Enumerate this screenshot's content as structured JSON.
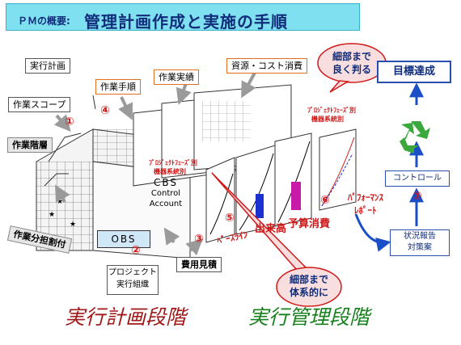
{
  "title": {
    "prefix": "ＰＭの概要:",
    "main": "管理計画作成と実施の手順"
  },
  "labels": {
    "execution_plan": "実行計画",
    "work_scope": "作業スコープ",
    "work_procedure": "作業手順",
    "work_result": "作業実績",
    "resource_cost": "資源・コスト消費",
    "work_hierarchy": "作業階層",
    "work_assignment": "作業分担割付",
    "obs": "OBS",
    "project_org_line1": "プロジェクト",
    "project_org_line2": "実行組織",
    "cbs_line1": "CBS",
    "cbs_line2": "Control",
    "cbs_line3": "Account",
    "cost_estimate": "費用見積",
    "baseline": "ﾍﾞｰｽﾗｲﾝ",
    "earned_value": "出来高",
    "budget_consumption": "予算消費",
    "performance_line1": "ﾊﾟﾌｫｰﾏﾝｽ",
    "performance_line2": "ﾚﾎﾟｰﾄ",
    "phase_label_top": "ﾌﾟﾛｼﾞｪｸﾄﾌｪｰｽﾞ別",
    "phase_label_bottom": "機器系統別",
    "phase_label_mid_top": "ﾌﾟﾛｼﾞｪｸﾄﾌｪｰｽﾞ別",
    "phase_label_mid_bottom": "機器系統別",
    "goal": "目標達成",
    "control": "コントロール",
    "status_line1": "状況報告",
    "status_line2": "対策案",
    "callout_top_line1": "細部まで",
    "callout_top_line2": "良く判る",
    "callout_bottom_line1": "細部まで",
    "callout_bottom_line2": "体系的に",
    "planning_phase": "実行計画段階",
    "management_phase": "実行管理段階"
  },
  "numbers": {
    "n1": "①",
    "n2": "②",
    "n3": "③",
    "n4": "④",
    "n5": "⑤",
    "n6": "⑥",
    "n7": "⑦"
  },
  "colors": {
    "title_bg": "#7fe0f0",
    "accent_red": "#d01818",
    "navy": "#102c7a",
    "orange": "#e07020",
    "green": "#18801c"
  }
}
